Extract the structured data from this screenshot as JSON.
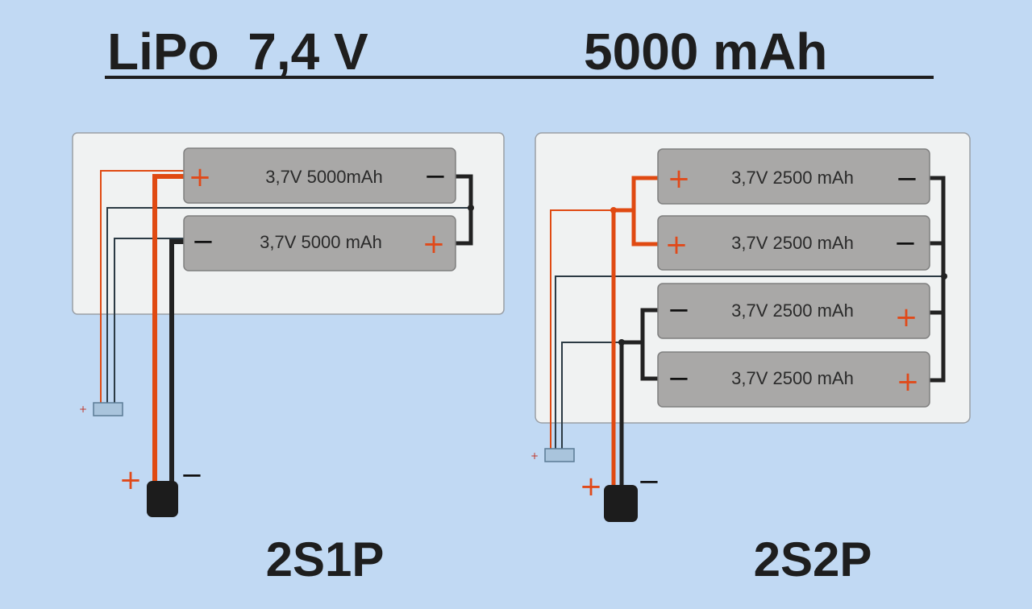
{
  "title": {
    "left": "LiPo  7,4 V",
    "right": "5000 mAh"
  },
  "diagrams": [
    {
      "label": "2S1P",
      "cells": [
        {
          "text": "3,7V 5000mAh",
          "left_pole": "+",
          "right_pole": "−"
        },
        {
          "text": "3,7V 5000 mAh",
          "left_pole": "−",
          "right_pole": "+"
        }
      ],
      "plug_plus": "+",
      "plug_minus": "−",
      "balance_plus": "+"
    },
    {
      "label": "2S2P",
      "cells": [
        {
          "text": "3,7V 2500 mAh",
          "left_pole": "+",
          "right_pole": "−"
        },
        {
          "text": "3,7V 2500 mAh",
          "left_pole": "+",
          "right_pole": "−"
        },
        {
          "text": "3,7V 2500 mAh",
          "left_pole": "−",
          "right_pole": "+"
        },
        {
          "text": "3,7V 2500 mAh",
          "left_pole": "−",
          "right_pole": "+"
        }
      ],
      "plug_plus": "+",
      "plug_minus": "−",
      "balance_plus": "+"
    }
  ],
  "colors": {
    "background": "#c1d9f3",
    "positive_wire": "#e04a12",
    "negative_wire": "#222222",
    "cell": "#a9a8a7"
  }
}
